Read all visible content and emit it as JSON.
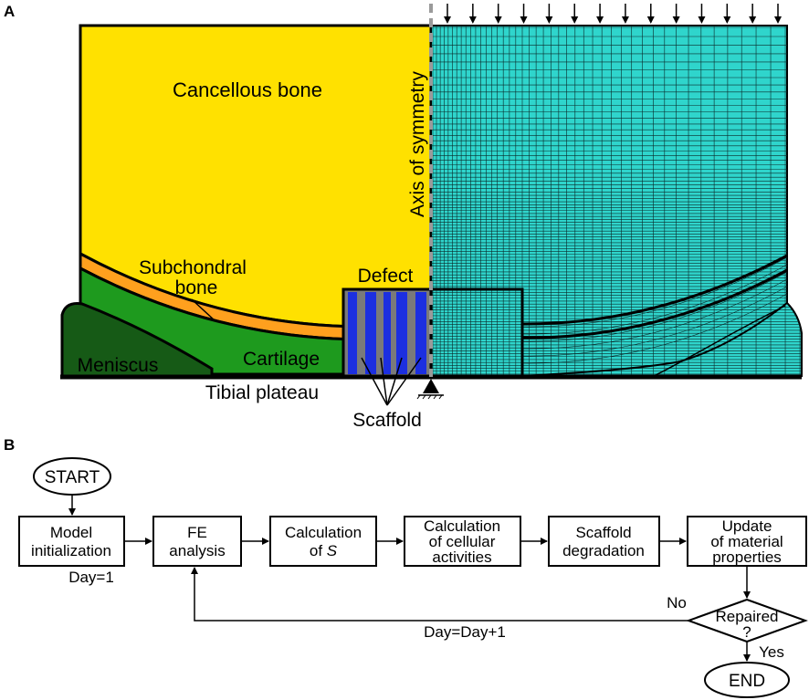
{
  "panel_a": {
    "label": "A",
    "region_labels": {
      "cancellous_bone": "Cancellous bone",
      "subchondral_line1": "Subchondral",
      "subchondral_line2": "bone",
      "cartilage": "Cartilage",
      "meniscus": "Meniscus",
      "tibial_plateau": "Tibial plateau",
      "defect": "Defect",
      "scaffold": "Scaffold",
      "axis": "Axis of symmetry"
    },
    "colors": {
      "cancellous_bone": "#ffe100",
      "subchondral_bone": "#ffa01e",
      "cartilage": "#1e9a1e",
      "meniscus": "#165a16",
      "scaffold_struts": "#1c2fe0",
      "scaffold_gaps": "#7a7a7a",
      "mesh_fill": "#2fd5cc",
      "mesh_lines": "#0a2a2a",
      "axis_line": "#9a9a9a"
    },
    "load_arrow_count": 14
  },
  "panel_b": {
    "label": "B",
    "start": "START",
    "end": "END",
    "steps": [
      {
        "line1": "Model",
        "line2": "initialization"
      },
      {
        "line1": "FE",
        "line2": "analysis"
      },
      {
        "line1": "Calculation",
        "line2": "of ",
        "line2_italic": "S"
      },
      {
        "line1": "Calculation",
        "line2": "of cellular",
        "line3": "activities"
      },
      {
        "line1": "Scaffold",
        "line2": "degradation"
      },
      {
        "line1": "Update",
        "line2": "of material",
        "line3": "properties"
      }
    ],
    "decision": {
      "line1": "Repaired",
      "line2": "?"
    },
    "day_init": "Day=1",
    "loop_label": "Day=Day+1",
    "no_label": "No",
    "yes_label": "Yes"
  }
}
